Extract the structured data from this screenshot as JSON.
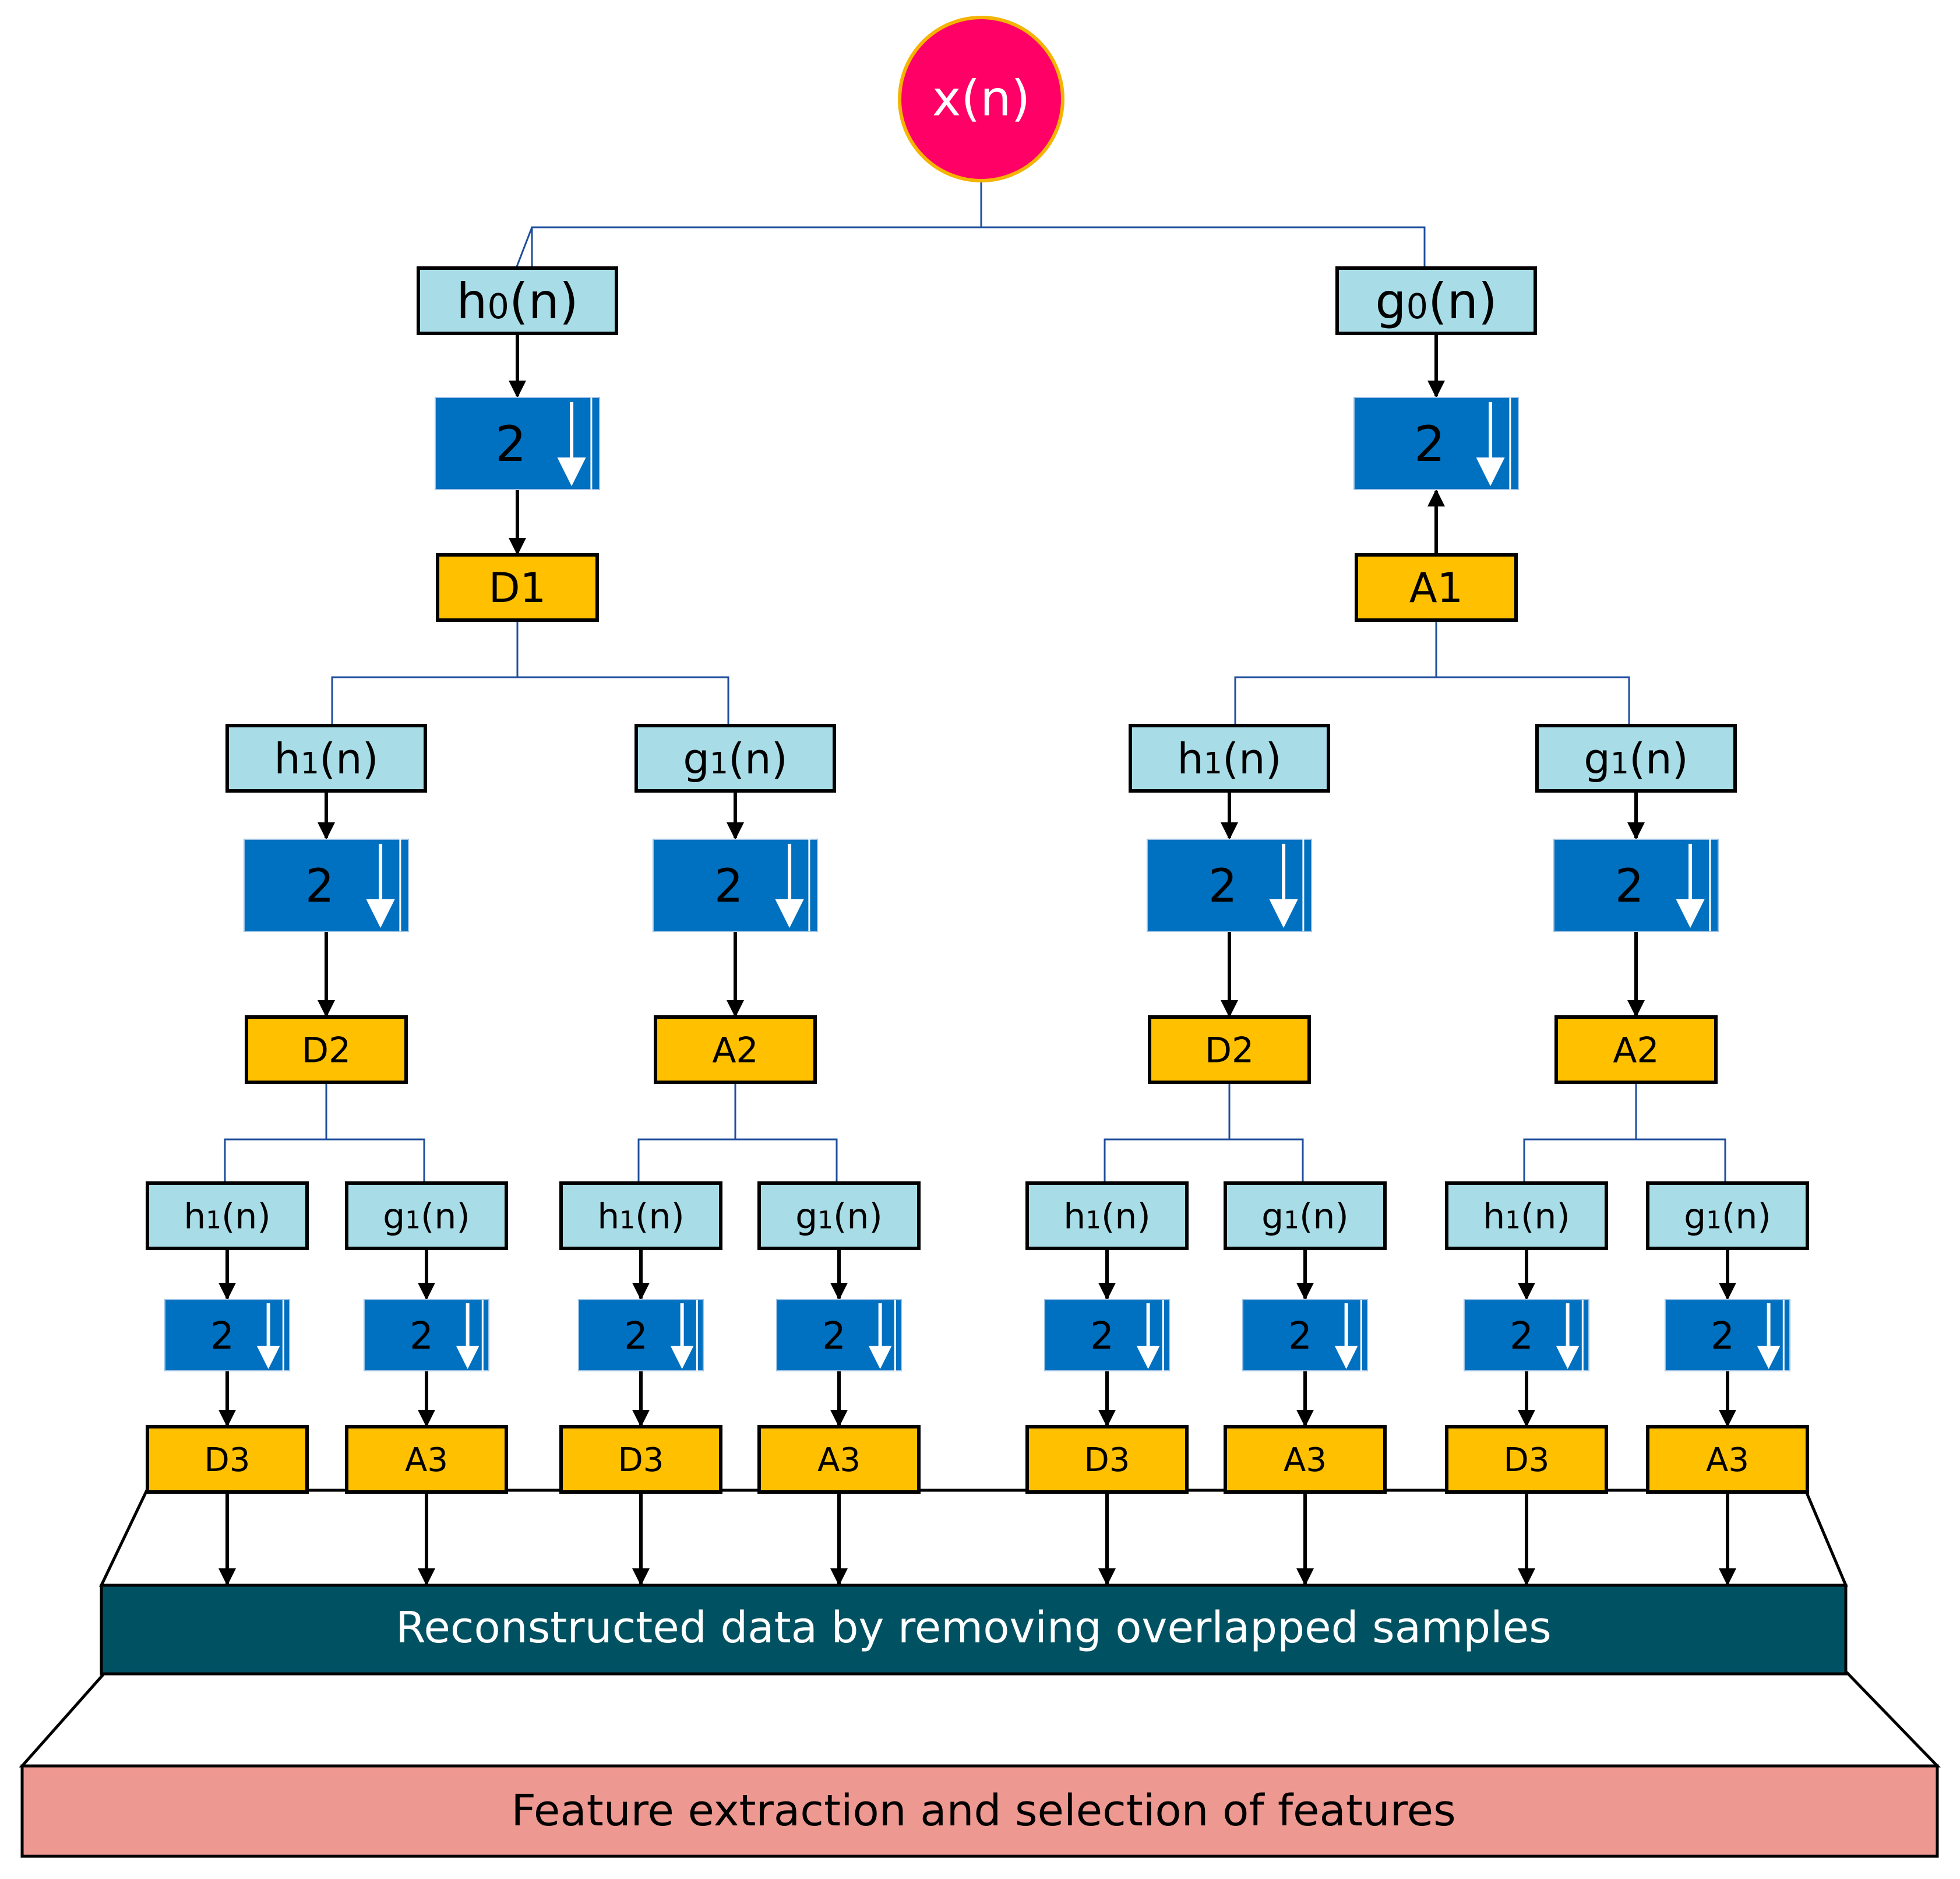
{
  "root": {
    "label": "x(n)"
  },
  "level1": [
    {
      "filter": "h",
      "sub": "0",
      "output": "D1"
    },
    {
      "filter": "g",
      "sub": "0",
      "output": "A1"
    }
  ],
  "level2": [
    {
      "filter": "h",
      "sub": "1",
      "output": "D2"
    },
    {
      "filter": "g",
      "sub": "1",
      "output": "A2"
    },
    {
      "filter": "h",
      "sub": "1",
      "output": "D2"
    },
    {
      "filter": "g",
      "sub": "1",
      "output": "A2"
    }
  ],
  "level3": [
    {
      "filter": "h",
      "sub": "1",
      "output": "D3"
    },
    {
      "filter": "g",
      "sub": "1",
      "output": "A3"
    },
    {
      "filter": "h",
      "sub": "1",
      "output": "D3"
    },
    {
      "filter": "g",
      "sub": "1",
      "output": "A3"
    },
    {
      "filter": "h",
      "sub": "1",
      "output": "D3"
    },
    {
      "filter": "g",
      "sub": "1",
      "output": "A3"
    },
    {
      "filter": "h",
      "sub": "1",
      "output": "D3"
    },
    {
      "filter": "g",
      "sub": "1",
      "output": "A3"
    }
  ],
  "downsample": {
    "factor": "2",
    "icon": "down-arrow-icon"
  },
  "filter_suffix": "(n)",
  "reconstruct": {
    "label": "Reconstructed data by removing overlapped samples"
  },
  "features": {
    "label": "Feature extraction and selection of features"
  },
  "colors": {
    "root_fill": "#ff0066",
    "root_stroke": "#f4b400",
    "filter_fill": "#a8dde8",
    "downsample_fill": "#0070c0",
    "output_fill": "#ffc000",
    "reconstruct_fill": "#005262",
    "features_fill": "#ed9890",
    "connector": "#1f4e9c"
  }
}
